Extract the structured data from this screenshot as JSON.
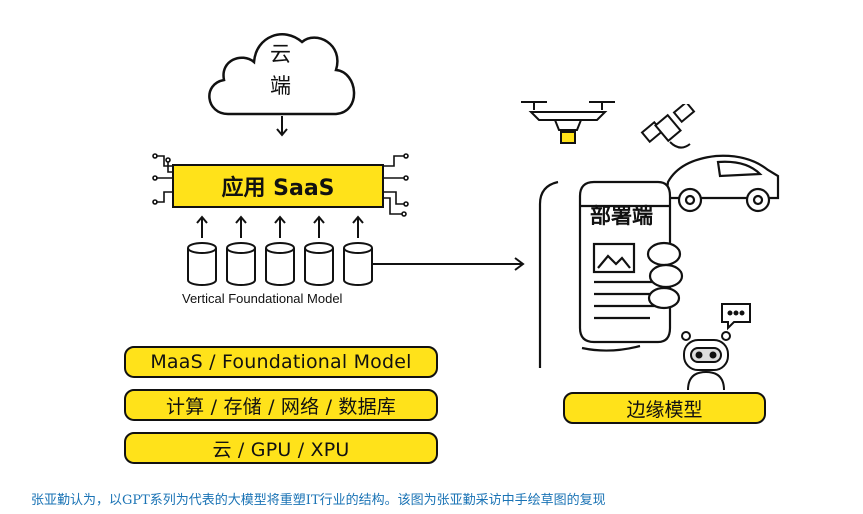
{
  "cloud": {
    "label_line1": "云",
    "label_line2": "端"
  },
  "app_layer": {
    "label": "应用 SaaS"
  },
  "model_layer": {
    "label": "Vertical Foundational Model",
    "cylinder_count": 5
  },
  "stack": [
    {
      "label": "MaaS / Foundational Model"
    },
    {
      "label": "计算 / 存储 / 网络 / 数据库"
    },
    {
      "label": "云 / GPU / XPU"
    }
  ],
  "deploy": {
    "label": "部署端"
  },
  "edge": {
    "label": "边缘模型"
  },
  "caption": "张亚勤认为，以GPT系列为代表的大模型将重塑IT行业的结构。该图为张亚勤采访中手绘草图的复现",
  "colors": {
    "accent": "#ffe21a",
    "ink": "#111111",
    "caption": "#1a73b5"
  }
}
